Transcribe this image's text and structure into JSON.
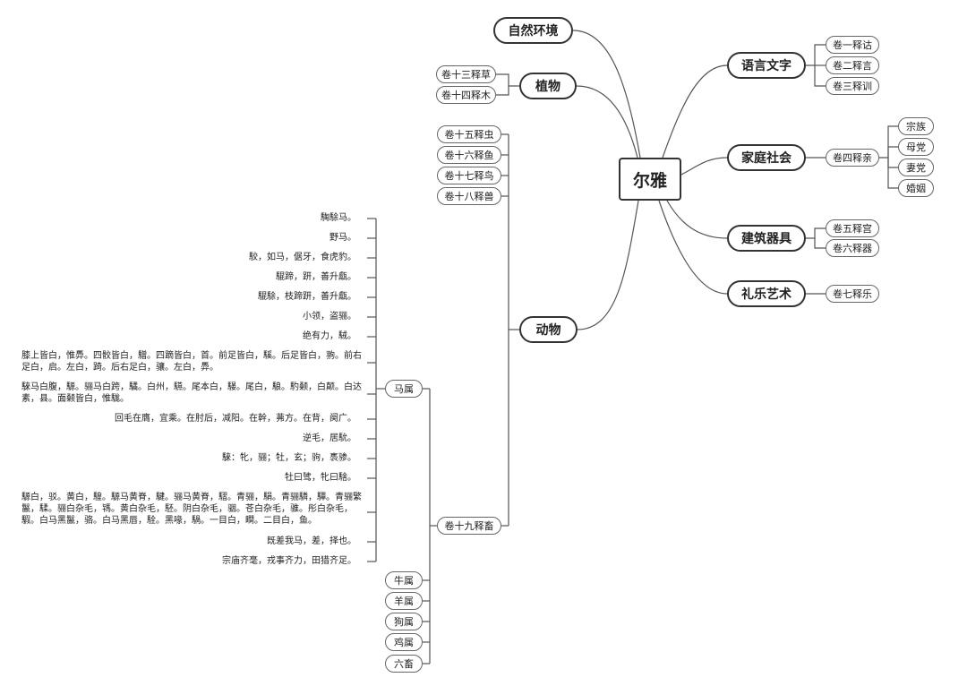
{
  "root": "尔雅",
  "branches": {
    "nature": "自然环境",
    "plant": "植物",
    "animal": "动物",
    "lang": "语言文字",
    "family": "家庭社会",
    "build": "建筑器具",
    "rite": "礼乐艺术"
  },
  "volumes": {
    "v1": "卷一释诂",
    "v2": "卷二释言",
    "v3": "卷三释训",
    "v4": "卷四释亲",
    "v5": "卷五释宫",
    "v6": "卷六释器",
    "v7": "卷七释乐",
    "v13": "卷十三释草",
    "v14": "卷十四释木",
    "v15": "卷十五释虫",
    "v16": "卷十六释鱼",
    "v17": "卷十七释鸟",
    "v18": "卷十八释兽",
    "v19": "卷十九释畜"
  },
  "family_kin": [
    "宗族",
    "母党",
    "妻党",
    "婚姻"
  ],
  "livestock": {
    "horse": "马属",
    "others": [
      "牛属",
      "羊属",
      "狗属",
      "鸡属",
      "六畜"
    ]
  },
  "horse_entries": [
    "騊駼马。",
    "野马。",
    "駮，如马，倨牙，食虎豹。",
    "騉蹄，趼，善升甗。",
    "騉駼，枝蹄趼，善升甗。",
    "小领，盗骊。",
    "绝有力，駥。",
    "膝上皆白，惟馵。四骹皆白，驓。四蹢皆白，首。前足皆白，騱。后足皆白，翑。前右足白，启。左白，踦。后右足白，骧。左白，馵。",
    "騋马白腹，騵。骊马白跨，驈。白州，驠。尾本白，騴。尾白，駺。馰颡，白颠。白达素，县。面颡皆白，惟駹。",
    "回毛在膺，宜乘。在肘后，减阳。在幹，茀方。在背，阕广。",
    "逆毛，居馻。",
    "騋：牝，骊；牡，玄；驹，褭骖。",
    "牡曰骘，牝曰騇。",
    "騵白，驳。黄白，騜。騵马黄脊，騝。骊马黄脊，騽。青骊，駽。青骊驎，驒。青骊繁鬣，騥。骊白杂毛，駂。黄白杂毛，駓。阴白杂毛，骃。苍白杂毛，骓。彤白杂毛，騢。白马黑鬣，骆。白马黑唇，駩。黑喙，騧。一目白，瞷。二目白，鱼。",
    "既差我马，差，择也。",
    "宗庙齐毫，戎事齐力，田猎齐足。"
  ]
}
